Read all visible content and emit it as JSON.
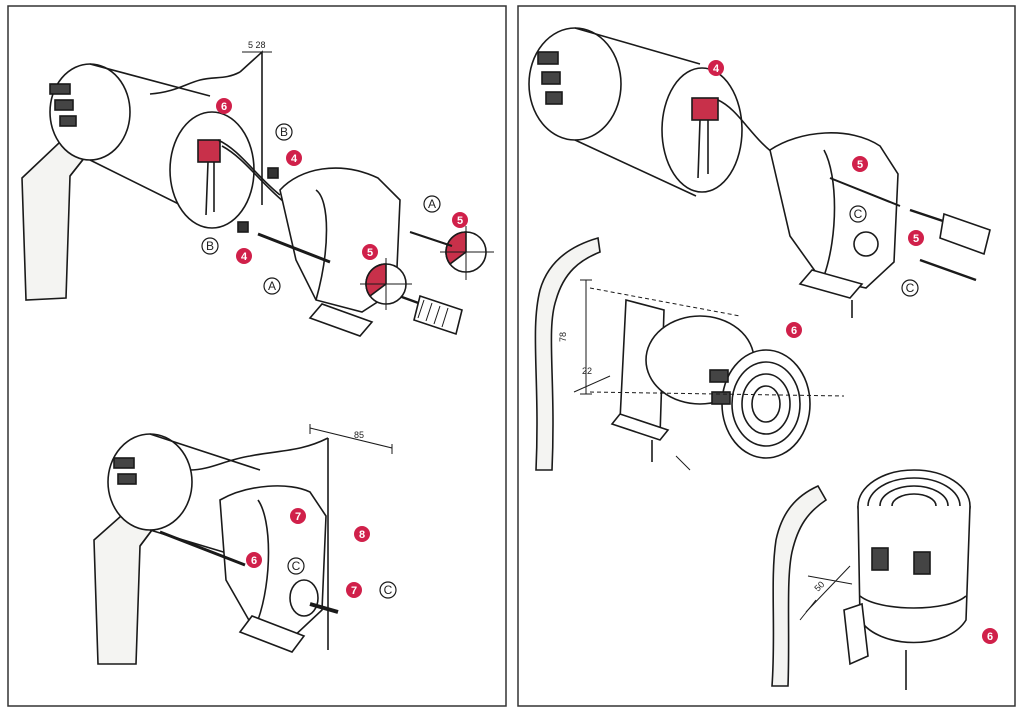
{
  "panels": [
    {
      "name": "left-panel"
    },
    {
      "name": "right-panel"
    }
  ],
  "step_markers": {
    "top_left": [
      "6",
      "4",
      "4",
      "5",
      "5"
    ],
    "bottom_left": [
      "7",
      "8",
      "6",
      "7"
    ],
    "top_right": [
      "4",
      "5",
      "5"
    ],
    "mid_right": [
      "6"
    ],
    "bottom_right": [
      "6"
    ]
  },
  "callouts": {
    "top_left": [
      "B",
      "B",
      "A",
      "A"
    ],
    "bottom_left": [
      "C",
      "C"
    ],
    "top_right": [
      "C",
      "C"
    ]
  },
  "dimensions": {
    "top_left": "5 28",
    "bottom_left": "85",
    "mid_right_vertical": "78",
    "mid_right_horizontal": "22",
    "bottom_right": "50"
  },
  "colors": {
    "marker": "#d0204a",
    "ink": "#1a1a1a",
    "frame": "#333333"
  }
}
